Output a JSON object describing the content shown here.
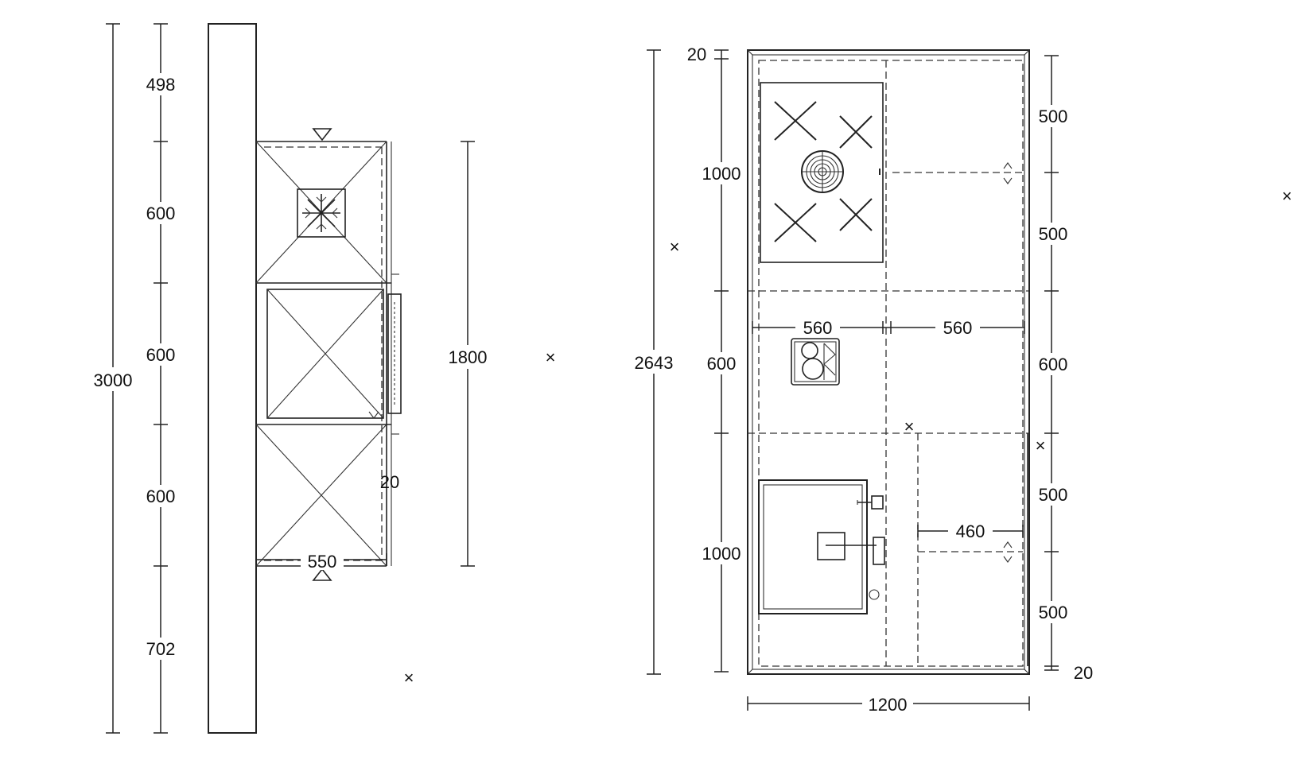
{
  "elevation": {
    "dims_total": "3000",
    "dims_segments": [
      "498",
      "600",
      "600",
      "600",
      "702"
    ],
    "dim_cabinet_height": "1800",
    "dim_cabinet_depth": "550",
    "dim_gap": "20"
  },
  "plan": {
    "dim_overall_length": "2643",
    "dim_top_edge": "20",
    "dim_bottom_edge": "20",
    "dims_left": [
      "1000",
      "600",
      "1000"
    ],
    "dims_right": [
      "500",
      "500",
      "600",
      "500",
      "500"
    ],
    "dim_width_left_zone": "560",
    "dim_width_right_zone": "560",
    "dim_drawer_width": "460",
    "dim_overall_width": "1200"
  },
  "markers": {
    "cross_symbol": "×"
  },
  "icons": [
    "snowflake-icon",
    "cooktop-icon",
    "dishwasher-icon",
    "sink-icon",
    "faucet-icon",
    "drawer-arrow-icon"
  ]
}
